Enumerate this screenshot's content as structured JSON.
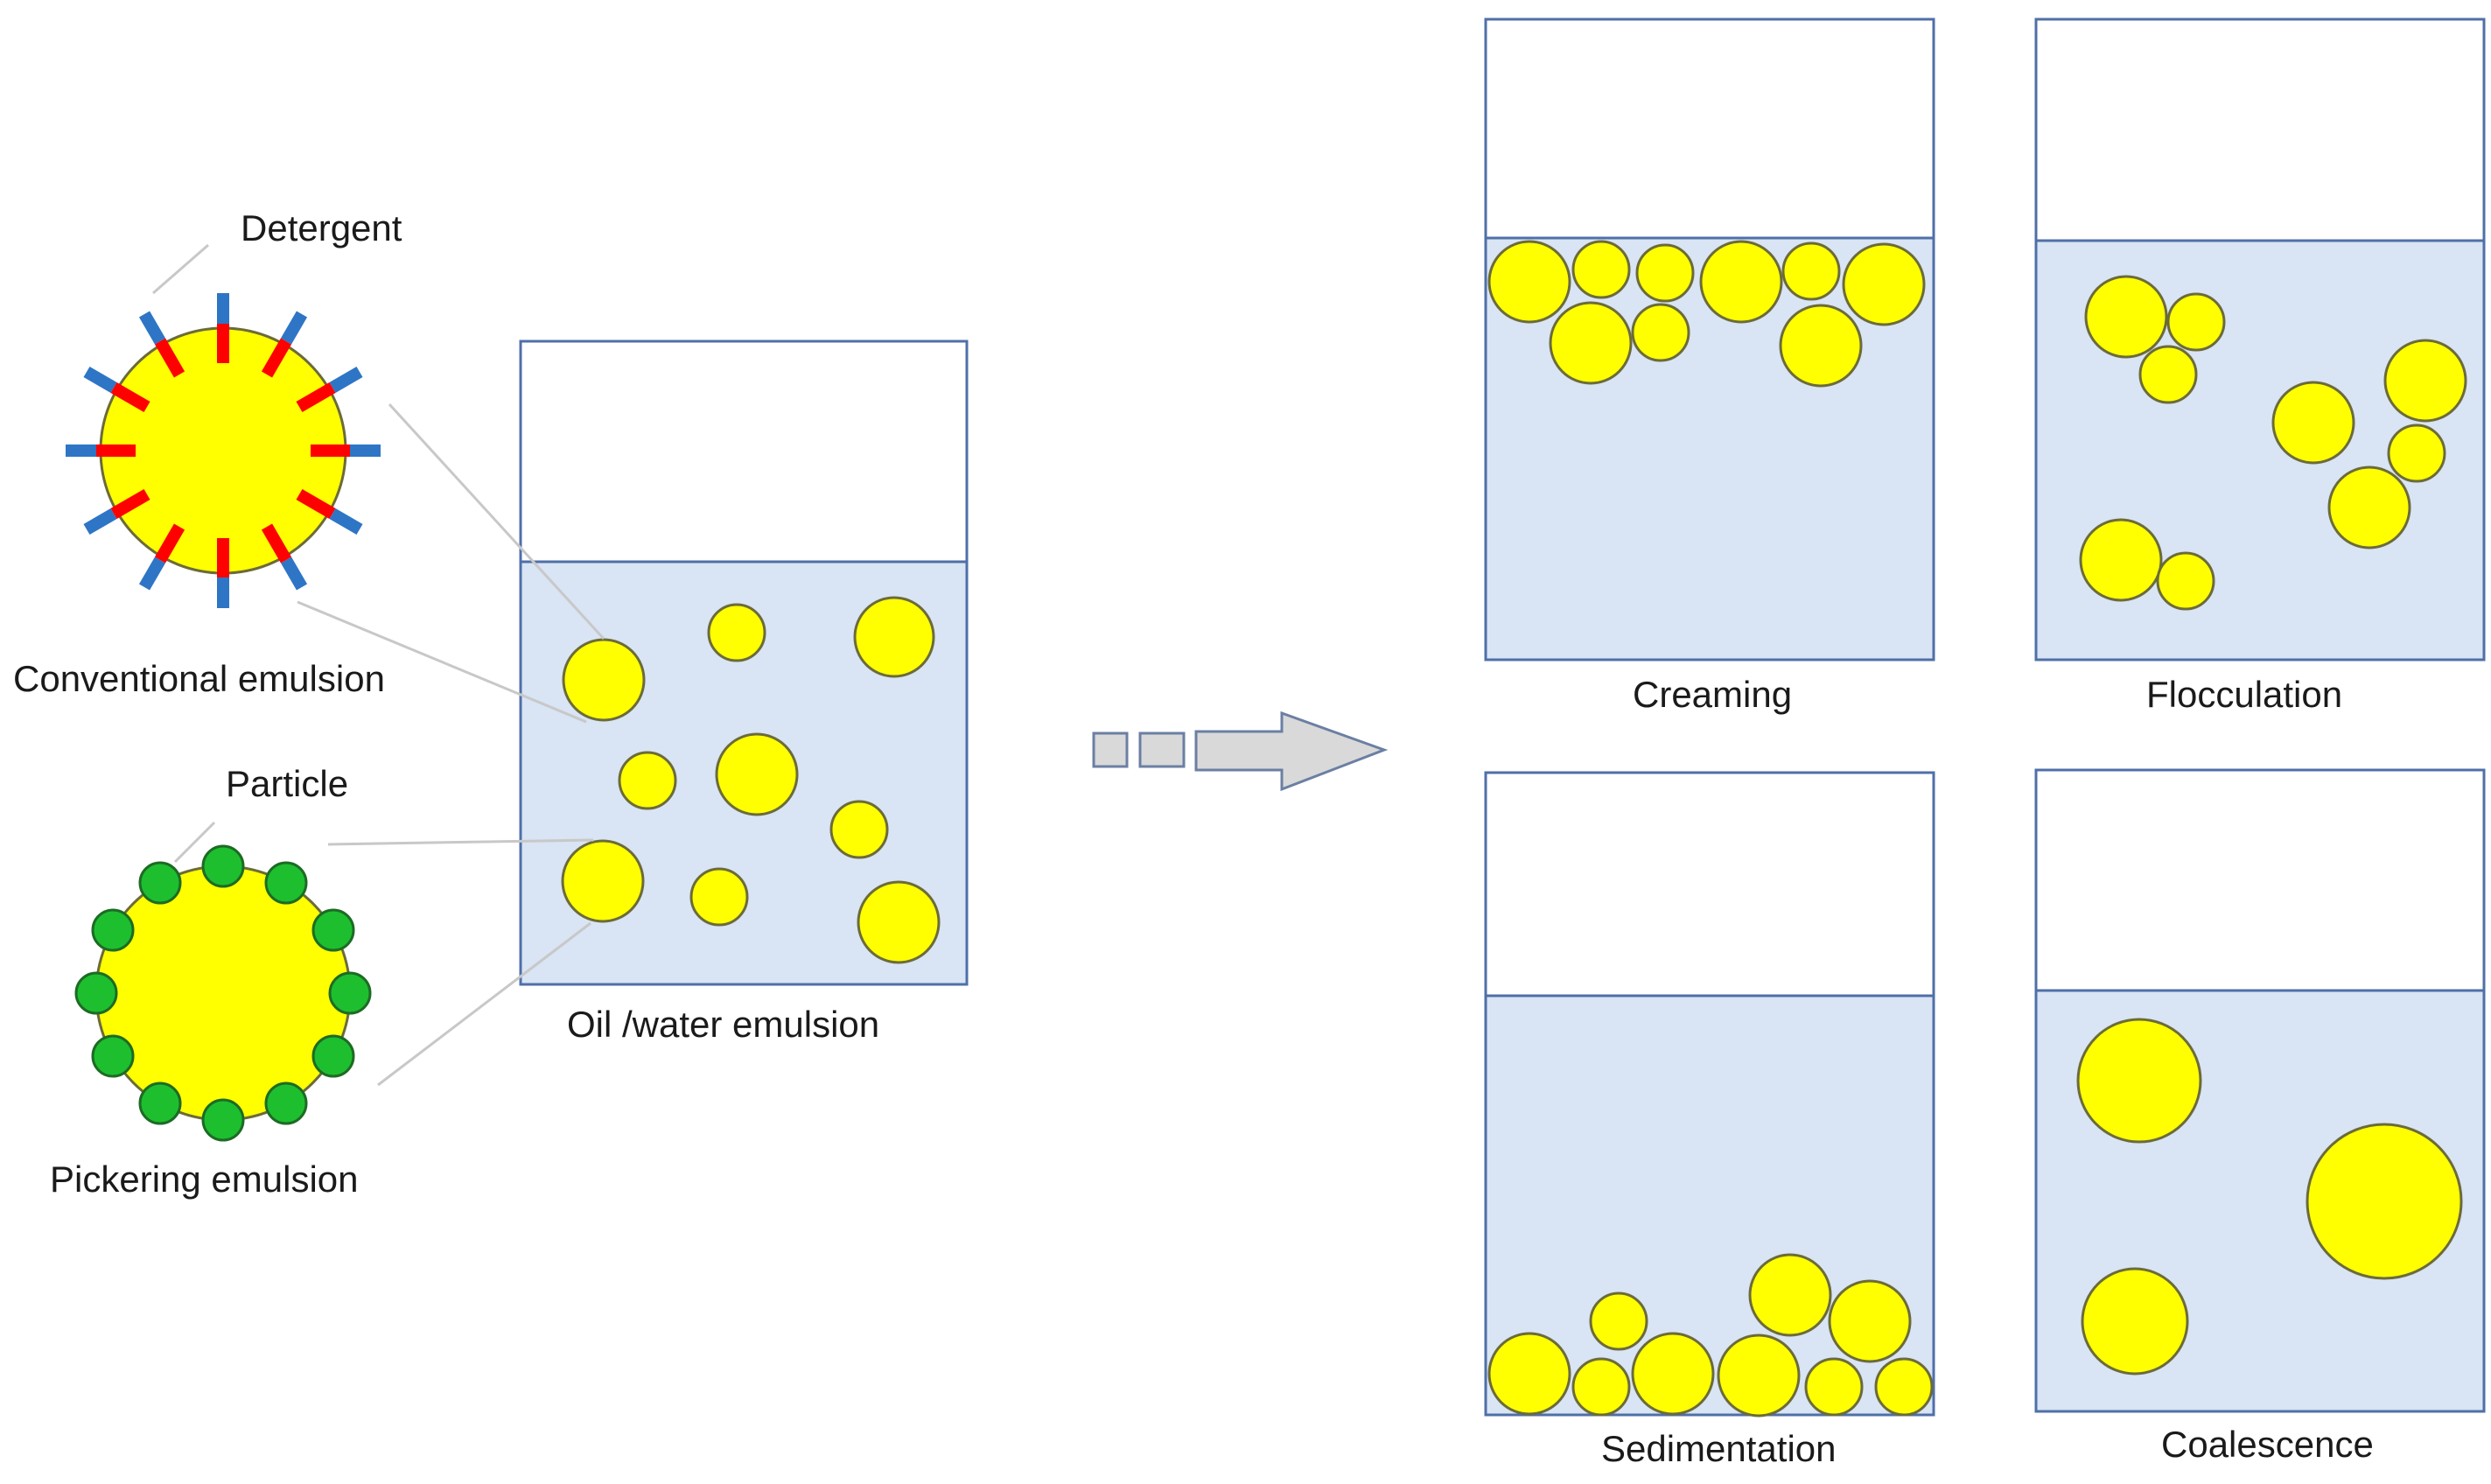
{
  "labels": {
    "detergent": "Detergent",
    "conventional": "Conventional emulsion",
    "particle": "Particle",
    "pickering": "Pickering emulsion",
    "oil_water": "Oil /water emulsion",
    "creaming": "Creaming",
    "flocculation": "Flocculation",
    "sedimentation": "Sedimentation",
    "coalescence": "Coalescence"
  },
  "colors": {
    "oil": "#ffff00",
    "water": "#d9e4f4",
    "beaker_outline": "#4f6fa8",
    "detergent_head": "#ff0000",
    "detergent_tail": "#2e75c6",
    "particle": "#1dbf2f",
    "arrow": "#d9d9d9"
  }
}
